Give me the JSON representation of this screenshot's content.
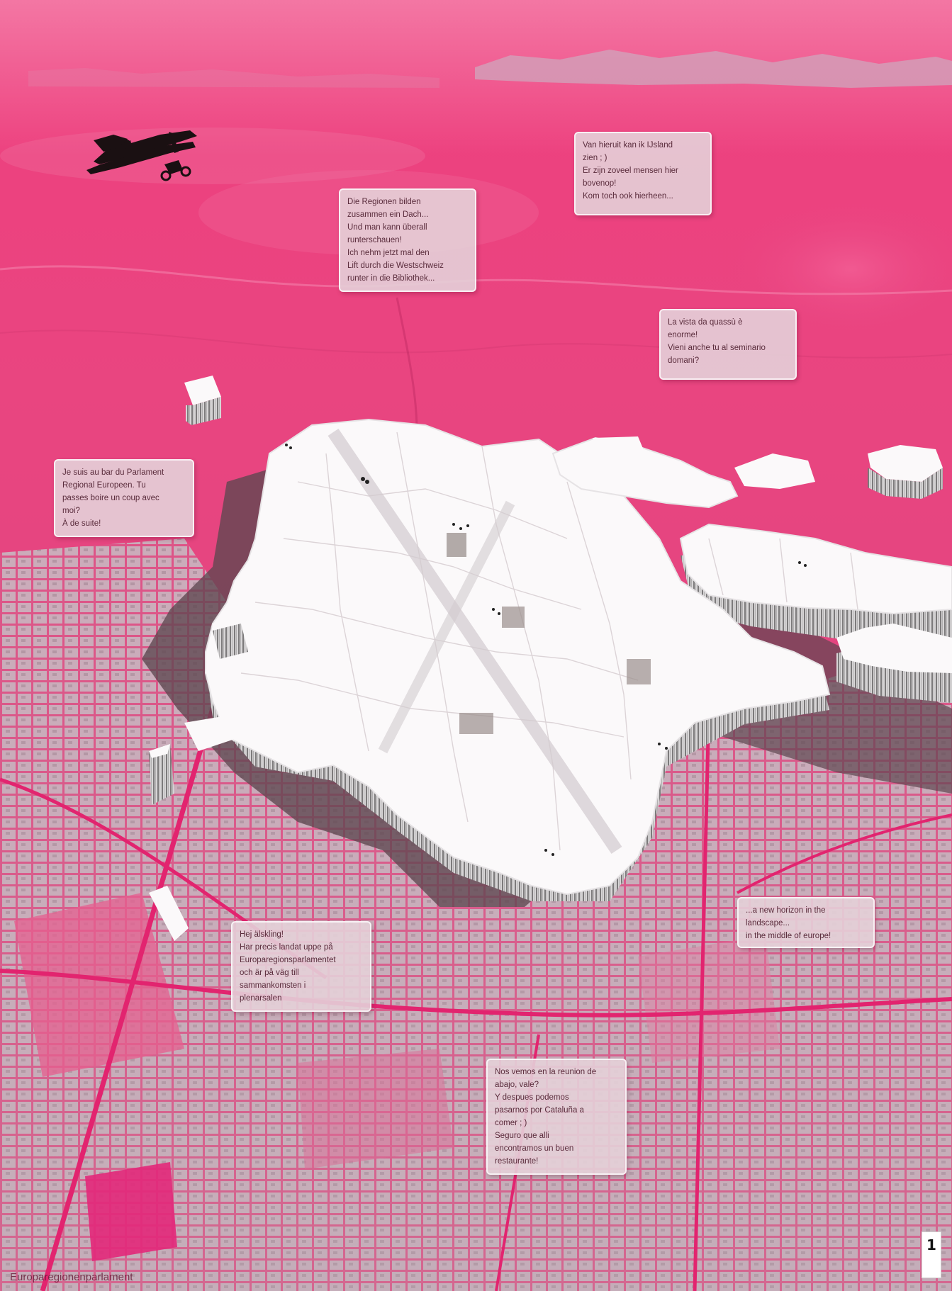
{
  "bubbles": {
    "dutch": {
      "lines": [
        "Van hieruit kan ik IJsland",
        "zien ; )",
        "Er zijn zoveel mensen hier",
        "bovenop!",
        "Kom toch ook hierheen..."
      ]
    },
    "german": {
      "lines": [
        "Die Regionen bilden",
        "zusammen ein Dach...",
        "Und man kann überall",
        "runterschauen!",
        "Ich nehm jetzt mal den",
        "Lift durch die Westschweiz",
        "runter in die Bibliothek..."
      ]
    },
    "italian": {
      "lines": [
        "La vista da quassù è",
        "enorme!",
        "Vieni anche tu al seminario",
        "domani?"
      ]
    },
    "french": {
      "lines": [
        "Je suis au bar du Parlament",
        "Regional Europeen. Tu",
        "passes boire un coup avec",
        "moi?",
        "À de suite!"
      ]
    },
    "english": {
      "lines": [
        "...a new horizon in the",
        "landscape...",
        "in the middle of europe!"
      ]
    },
    "swedish": {
      "lines": [
        "Hej älskling!",
        "Har precis landat uppe på",
        "Europaregionsparlamentet",
        "och är på väg till",
        "sammankomsten i",
        "plenarsalen"
      ]
    },
    "spanish": {
      "lines": [
        "Nos vemos en la reunion de",
        "abajo, vale?",
        "Y despues podemos",
        "pasarnos por Cataluña a",
        "comer ; )",
        "Seguro que alli",
        "encontramos un buen",
        "restaurante!"
      ]
    }
  },
  "footer_label": "Europaregionenparlament",
  "page_number": "1",
  "colors": {
    "sky_top": "#ee3f7d",
    "landscape": "#e84b84",
    "city_grey": "#b9b0b8",
    "map_white": "#fbf9fa",
    "shadow": "#5e4650",
    "plane": "#1a1012"
  },
  "icons": {
    "plane": "biplane-icon"
  }
}
